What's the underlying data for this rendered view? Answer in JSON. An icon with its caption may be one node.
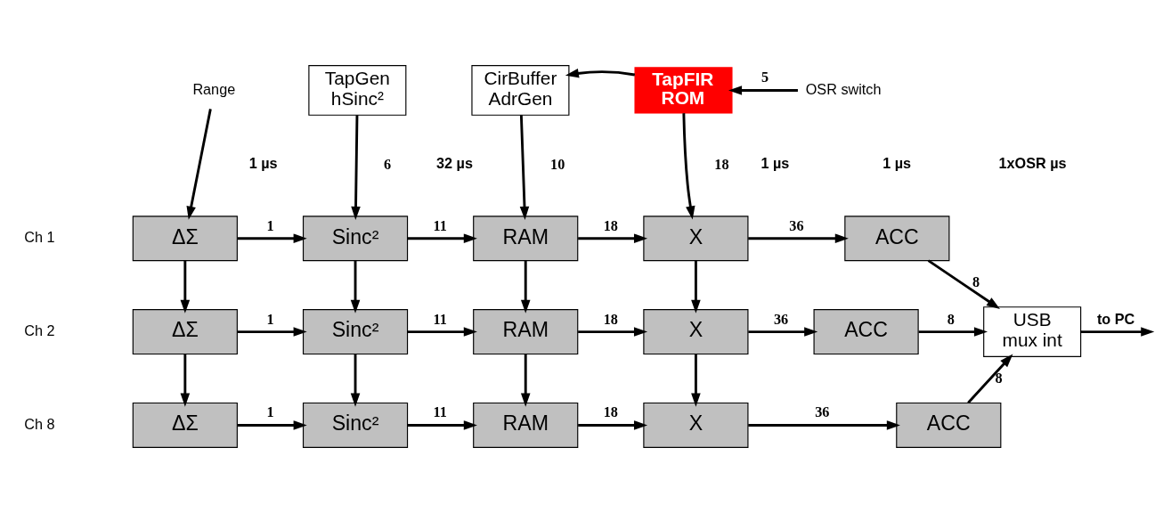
{
  "diagram": {
    "nodes": [
      {
        "text": [
          "Range"
        ]
      },
      {
        "text": [
          "TapGen",
          "hSinc²"
        ]
      },
      {
        "text": [
          "CirBuffer",
          "AdrGen"
        ]
      },
      {
        "text": [
          "TapFIR",
          "ROM"
        ]
      },
      {
        "text": [
          "OSR switch"
        ]
      },
      {
        "text": [
          "ΔΣ"
        ]
      },
      {
        "text": [
          "Sinc²"
        ]
      },
      {
        "text": [
          "RAM"
        ]
      },
      {
        "text": [
          "X"
        ]
      },
      {
        "text": [
          "ACC"
        ]
      },
      {
        "text": [
          "ΔΣ"
        ]
      },
      {
        "text": [
          "Sinc²"
        ]
      },
      {
        "text": [
          "RAM"
        ]
      },
      {
        "text": [
          "X"
        ]
      },
      {
        "text": [
          "ACC"
        ]
      },
      {
        "text": [
          "ΔΣ"
        ]
      },
      {
        "text": [
          "Sinc²"
        ]
      },
      {
        "text": [
          "RAM"
        ]
      },
      {
        "text": [
          "X"
        ]
      },
      {
        "text": [
          "ACC"
        ]
      },
      {
        "text": [
          "USB",
          "mux int"
        ]
      }
    ],
    "edges": [
      {
        "from": 0,
        "to": 5,
        "arrow": "to"
      },
      {
        "from": 1,
        "to": 6,
        "arrow": "to",
        "label": "6"
      },
      {
        "from": 2,
        "to": 7,
        "arrow": "to",
        "label": "10"
      },
      {
        "from": 3,
        "to": 2,
        "arrow": "to"
      },
      {
        "from": 4,
        "to": 3,
        "arrow": "to",
        "label": "5"
      },
      {
        "from": 3,
        "to": 8,
        "arrow": "to",
        "label": "18"
      },
      {
        "from": 5,
        "to": 6,
        "arrow": "to",
        "label": "1"
      },
      {
        "from": 6,
        "to": 7,
        "arrow": "to",
        "label": "11"
      },
      {
        "from": 7,
        "to": 8,
        "arrow": "to",
        "label": "18"
      },
      {
        "from": 8,
        "to": 9,
        "arrow": "to",
        "label": "36"
      },
      {
        "from": 9,
        "to": 20,
        "arrow": "to",
        "label": "8"
      },
      {
        "from": 5,
        "to": 10,
        "arrow": "to"
      },
      {
        "from": 6,
        "to": 11,
        "arrow": "to"
      },
      {
        "from": 7,
        "to": 12,
        "arrow": "to"
      },
      {
        "from": 8,
        "to": 13,
        "arrow": "to"
      },
      {
        "from": 10,
        "to": 11,
        "arrow": "to",
        "label": "1"
      },
      {
        "from": 11,
        "to": 12,
        "arrow": "to",
        "label": "11"
      },
      {
        "from": 12,
        "to": 13,
        "arrow": "to",
        "label": "18"
      },
      {
        "from": 13,
        "to": 14,
        "arrow": "to",
        "label": "36"
      },
      {
        "from": 14,
        "to": 20,
        "arrow": "to",
        "label": "8"
      },
      {
        "from": 10,
        "to": 15,
        "arrow": "to"
      },
      {
        "from": 11,
        "to": 16,
        "arrow": "to"
      },
      {
        "from": 12,
        "to": 17,
        "arrow": "to"
      },
      {
        "from": 13,
        "to": 18,
        "arrow": "to"
      },
      {
        "from": 15,
        "to": 16,
        "arrow": "to",
        "label": "1"
      },
      {
        "from": 16,
        "to": 17,
        "arrow": "to",
        "label": "11"
      },
      {
        "from": 17,
        "to": 18,
        "arrow": "to",
        "label": "18"
      },
      {
        "from": 18,
        "to": 19,
        "arrow": "to",
        "label": "36"
      },
      {
        "from": 19,
        "to": 20,
        "arrow": "to",
        "label": "8"
      },
      {
        "from": 20,
        "to": null,
        "arrow": "to",
        "label": "to PC"
      }
    ],
    "labels": [
      "1 µs",
      "32 µs",
      "1 µs",
      "1 µs",
      "1xOSR µs",
      "Ch 1",
      "Ch 2",
      "Ch 8"
    ]
  }
}
